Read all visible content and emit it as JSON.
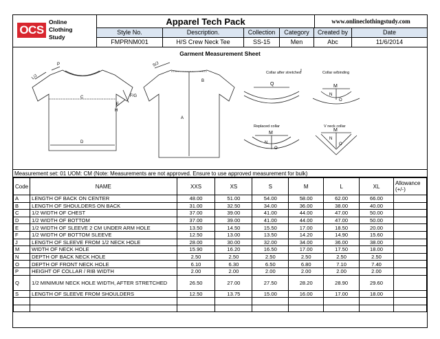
{
  "logo": {
    "badge": "OCS",
    "text": [
      "Online",
      "Clothing",
      "Study"
    ]
  },
  "header": {
    "title": "Apparel Tech Pack",
    "url": "www.onlineclothingstudy.com",
    "labels": {
      "style": "Style No.",
      "description": "Description.",
      "collection": "Collection",
      "category": "Category",
      "created_by": "Created by",
      "date": "Date"
    },
    "values": {
      "style": "FMPRNM001",
      "description": "H/S Crew Neck Tee",
      "collection": "SS-15",
      "category": "Men",
      "created_by": "Abc",
      "date": "11/6/2014"
    }
  },
  "sheet_title": "Garment Measurement Sheet",
  "diagram_labels": {
    "collar_stretched": "Collar after stretched",
    "collar_binding": "Collar w/binding",
    "replaced_collar": "Replaced collar",
    "v_neck": "V neck collar",
    "exclaim": "!",
    "pts": {
      "P": "P",
      "L1": "L/J",
      "C": "C",
      "E": "E",
      "FG": "F/G",
      "H": "H",
      "D": "D",
      "SJ": "S/J",
      "B": "B",
      "A": "A",
      "Q": "Q",
      "M": "M",
      "N": "N",
      "O": "O"
    }
  },
  "measurement_note": "Measurement set: 01  UOM: CM (Note: Measurements are not approved. Ensure to use approved measurement for bulk)",
  "table": {
    "headers": {
      "code": "Code",
      "name": "NAME",
      "sizes": [
        "XXS",
        "XS",
        "S",
        "M",
        "L",
        "XL"
      ],
      "allowance": "Allowance (+/-)"
    },
    "rows": [
      {
        "code": "A",
        "name": "LENGTH OF BACK ON CENTER",
        "v": [
          "48.00",
          "51.00",
          "54.00",
          "58.00",
          "62.00",
          "66.00"
        ]
      },
      {
        "code": "B",
        "name": "LENGTH OF SHOULDERS ON BACK",
        "v": [
          "31.00",
          "32.50",
          "34.00",
          "36.00",
          "38.00",
          "40.00"
        ]
      },
      {
        "code": "C",
        "name": "1/2 WIDTH OF CHEST",
        "v": [
          "37.00",
          "39.00",
          "41.00",
          "44.00",
          "47.00",
          "50.00"
        ]
      },
      {
        "code": "D",
        "name": "1/2 WIDTH OF BOTTOM",
        "v": [
          "37.00",
          "39.00",
          "41.00",
          "44.00",
          "47.00",
          "50.00"
        ]
      },
      {
        "code": "E",
        "name": "1/2 WIDTH OF SLEEVE 2 CM UNDER ARM HOLE",
        "v": [
          "13.50",
          "14.50",
          "15.50",
          "17.00",
          "18.50",
          "20.00"
        ]
      },
      {
        "code": "F",
        "name": "1/2 WIDTH OF BOTTOM SLEEVE",
        "v": [
          "12.50",
          "13.00",
          "13.50",
          "14.20",
          "14.90",
          "15.60"
        ]
      },
      {
        "code": "J",
        "name": "LENGTH OF SLEEVE FROM 1/2 NECK HOLE",
        "v": [
          "28.00",
          "30.00",
          "32.00",
          "34.00",
          "36.00",
          "38.00"
        ]
      },
      {
        "code": "M",
        "name": "WIDTH OF NECK HOLE",
        "v": [
          "15.90",
          "16.20",
          "16.50",
          "17.00",
          "17.50",
          "18.00"
        ]
      },
      {
        "code": "N",
        "name": "DEPTH OF BACK NECK HOLE",
        "v": [
          "2.50",
          "2.50",
          "2.50",
          "2.50",
          "2.50",
          "2.50"
        ]
      },
      {
        "code": "O",
        "name": "DEPTH OF FRONT NECK HOLE",
        "v": [
          "6.10",
          "6.30",
          "6.50",
          "6.80",
          "7.10",
          "7.40"
        ]
      },
      {
        "code": "P",
        "name": "HEIGHT OF COLLAR / RIB WIDTH",
        "v": [
          "2.00",
          "2.00",
          "2.00",
          "2.00",
          "2.00",
          "2.00"
        ]
      },
      {
        "code": "Q",
        "name": "1/2 MINIMUM NECK HOLE WIDTH, AFTER STRETCHED",
        "v": [
          "26.50",
          "27.00",
          "27.50",
          "28.20",
          "28.90",
          "29.60"
        ]
      },
      {
        "code": "S",
        "name": " LENGTH OF SLEEVE FROM SHOULDERS",
        "v": [
          "12.50",
          "13.75",
          "15.00",
          "16.00",
          "17.00",
          "18.00"
        ]
      }
    ]
  }
}
